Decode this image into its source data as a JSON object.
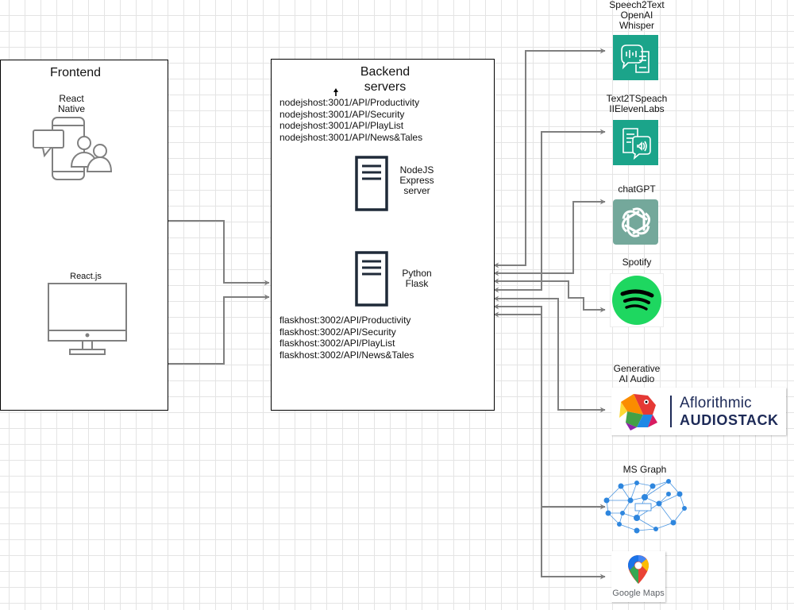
{
  "frontend": {
    "title": "Frontend",
    "react_native_label": "React\nNative",
    "reactjs_label": "React.js"
  },
  "backend": {
    "title": "Backend\nservers",
    "node_endpoints": [
      "nodejshost:3001/API/Productivity",
      "nodejshost:3001/API/Security",
      "nodejshost:3001/API/PlayList",
      "nodejshost:3001/API/News&Tales"
    ],
    "node_server_label": "NodeJS\nExpress\nserver",
    "python_server_label": "Python\nFlask",
    "flask_endpoints": [
      "flaskhost:3002/API/Productivity",
      "flaskhost:3002/API/Security",
      "flaskhost:3002/API/PlayList",
      "flaskhost:3002/API/News&Tales"
    ]
  },
  "services": {
    "speech2text": "Speech2Text\nOpenAI\nWhisper",
    "text2speech": "Text2TSpeach\nIIElevenLabs",
    "chatgpt": "chatGPT",
    "spotify": "Spotify",
    "generative_ai_audio": "Generative\nAI Audio",
    "ms_graph": "MS Graph",
    "google_maps": "Google Maps"
  },
  "audiostack_logo": {
    "brand_line1": "Aflorithmic",
    "brand_line2": "AUDIOSTACK"
  },
  "colors": {
    "connector": "#7f7f7f",
    "openai_green": "#1ba48a",
    "chatgpt_tile": "#74a89b",
    "spotify_green": "#1ed760",
    "audiostack_navy": "#1d2a57",
    "msgraph_blue": "#2e86de"
  }
}
